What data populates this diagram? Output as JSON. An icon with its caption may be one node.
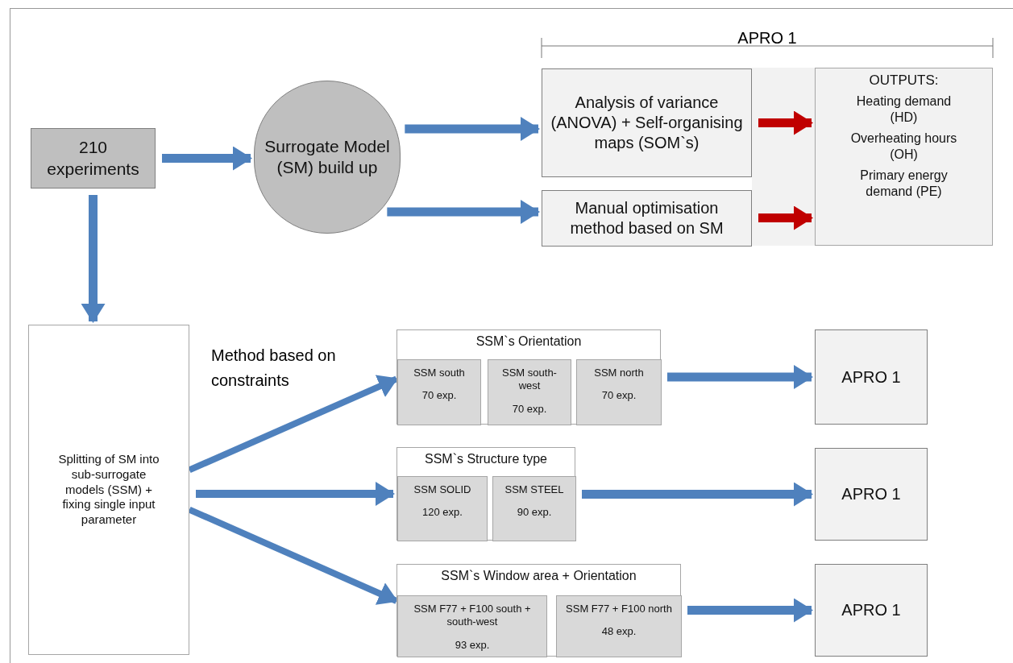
{
  "diagram": {
    "nodes": [
      {
        "text": [
          "210 experiments"
        ]
      },
      {
        "text": [
          "Surrogate Model (SM) build up"
        ]
      },
      {
        "text": [
          "Analysis of variance (ANOVA) + Self-organising maps (SOM`s)"
        ]
      },
      {
        "text": [
          "Manual optimisation method based on SM"
        ]
      },
      {
        "text": [
          "OUTPUTS:",
          "Heating demand (HD)",
          "Overheating hours (OH)",
          "Primary energy demand (PE)"
        ]
      },
      {
        "text": [
          "Splitting of SM into sub-surrogate models (SSM) + fixing single input parameter"
        ]
      },
      {
        "text": [
          "SSM`s Orientation"
        ]
      },
      {
        "text": [
          "SSM south",
          "70 exp."
        ],
        "in": 6
      },
      {
        "text": [
          "SSM south-west",
          "70 exp."
        ],
        "in": 6
      },
      {
        "text": [
          "SSM north",
          "70 exp."
        ],
        "in": 6
      },
      {
        "text": [
          "SSM`s Structure type"
        ]
      },
      {
        "text": [
          "SSM SOLID",
          "120 exp."
        ],
        "in": 10
      },
      {
        "text": [
          "SSM STEEL",
          "90 exp."
        ],
        "in": 10
      },
      {
        "text": [
          "SSM`s Window area + Orientation"
        ]
      },
      {
        "text": [
          "SSM F77 + F100 south + south-west",
          "93 exp."
        ],
        "in": 13
      },
      {
        "text": [
          "SSM F77 + F100 north",
          "48 exp."
        ],
        "in": 13
      },
      {
        "text": [
          "APRO 1"
        ]
      },
      {
        "text": [
          "APRO 1"
        ]
      },
      {
        "text": [
          "APRO 1"
        ]
      }
    ],
    "edges": [
      {
        "from": 0,
        "to": 1,
        "arrow": "to"
      },
      {
        "from": 1,
        "to": 2,
        "arrow": "to"
      },
      {
        "from": 1,
        "to": 3,
        "arrow": "to"
      },
      {
        "from": 2,
        "to": 4,
        "arrow": "to",
        "color": "#c00000"
      },
      {
        "from": 3,
        "to": 4,
        "arrow": "to",
        "color": "#c00000"
      },
      {
        "from": 0,
        "to": 5,
        "arrow": "to"
      },
      {
        "from": 5,
        "to": 6,
        "arrow": "to"
      },
      {
        "from": 5,
        "to": 10,
        "arrow": "to"
      },
      {
        "from": 5,
        "to": 13,
        "arrow": "to"
      },
      {
        "from": 6,
        "to": 16,
        "arrow": "to"
      },
      {
        "from": 10,
        "to": 17,
        "arrow": "to"
      },
      {
        "from": 13,
        "to": 18,
        "arrow": "to"
      }
    ],
    "labels": [
      "APRO 1",
      "Method based on constraints"
    ]
  }
}
